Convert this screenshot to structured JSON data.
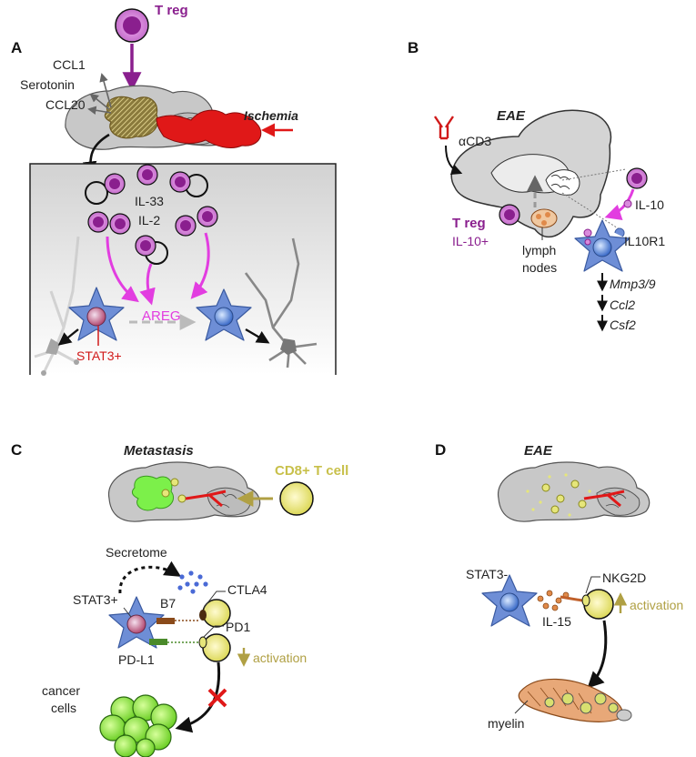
{
  "colors": {
    "treg": "#8a1f8e",
    "treg_light": "#c86cd0",
    "magenta": "#e23de0",
    "astrocyte": "#6e8ed6",
    "ischemia": "#e01818",
    "cd8": "#e6e67a",
    "cancer": "#88e838",
    "lesion": "#7cf04a",
    "myelin": "#e8a878",
    "brain": "#c8c8c8"
  },
  "panel_a": {
    "letter": "A",
    "treg": "T reg",
    "ccl1": "CCL1",
    "serotonin": "Serotonin",
    "ccl20": "CCL20",
    "ischemia": "Ischemia",
    "il33": "IL-33",
    "il2": "IL-2",
    "areg": "AREG",
    "stat3": "STAT3+"
  },
  "panel_b": {
    "letter": "B",
    "title": "EAE",
    "acd3": "αCD3",
    "treg": "T reg",
    "il10plus": "IL-10+",
    "lymph": "lymph",
    "nodes": "nodes",
    "il10": "IL-10",
    "il10r1": "IL10R1",
    "genes": [
      "Mmp3/9",
      "Ccl2",
      "Csf2"
    ]
  },
  "panel_c": {
    "letter": "C",
    "title": "Metastasis",
    "cd8": "CD8+ T cell",
    "secretome": "Secretome",
    "stat3": "STAT3+",
    "b7": "B7",
    "ctla4": "CTLA4",
    "pd1": "PD1",
    "pdl1": "PD-L1",
    "activation": "activation",
    "cancer": "cancer",
    "cells": "cells"
  },
  "panel_d": {
    "letter": "D",
    "title": "EAE",
    "stat3": "STAT3-",
    "nkg2d": "NKG2D",
    "il15": "IL-15",
    "activation": "activation",
    "myelin": "myelin"
  }
}
